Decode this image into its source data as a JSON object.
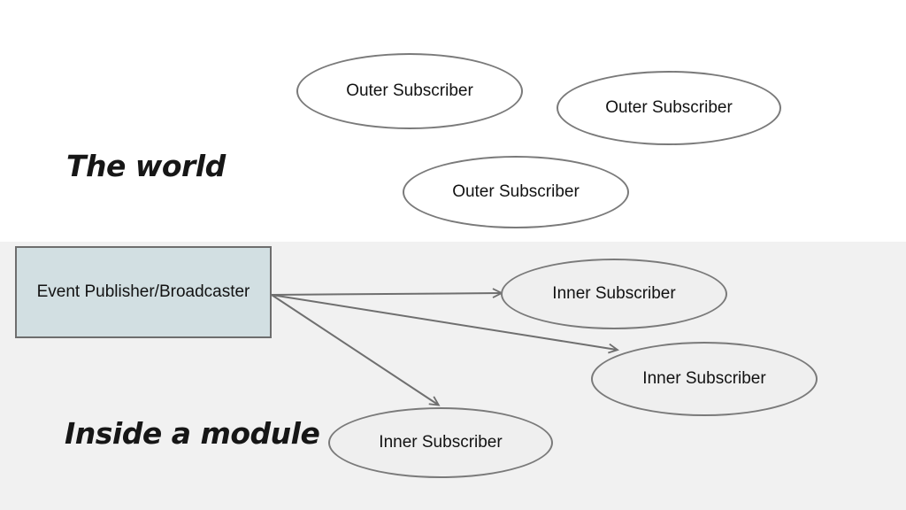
{
  "sections": {
    "world_label": "The world",
    "module_label": "Inside a module"
  },
  "publisher": {
    "label": "Event Publisher/Broadcaster"
  },
  "outer_subscribers": [
    {
      "label": "Outer Subscriber"
    },
    {
      "label": "Outer Subscriber"
    },
    {
      "label": "Outer Subscriber"
    }
  ],
  "inner_subscribers": [
    {
      "label": "Inner Subscriber"
    },
    {
      "label": "Inner Subscriber"
    },
    {
      "label": "Inner Subscriber"
    }
  ],
  "colors": {
    "top_background": "#ffffff",
    "module_panel_background": "#f1f1f1",
    "publisher_fill": "#d2dfe2",
    "inner_ellipse_fill": "#efefef",
    "outer_ellipse_fill": "#ffffff",
    "shape_stroke": "#6f6f6f",
    "text": "#121212"
  }
}
